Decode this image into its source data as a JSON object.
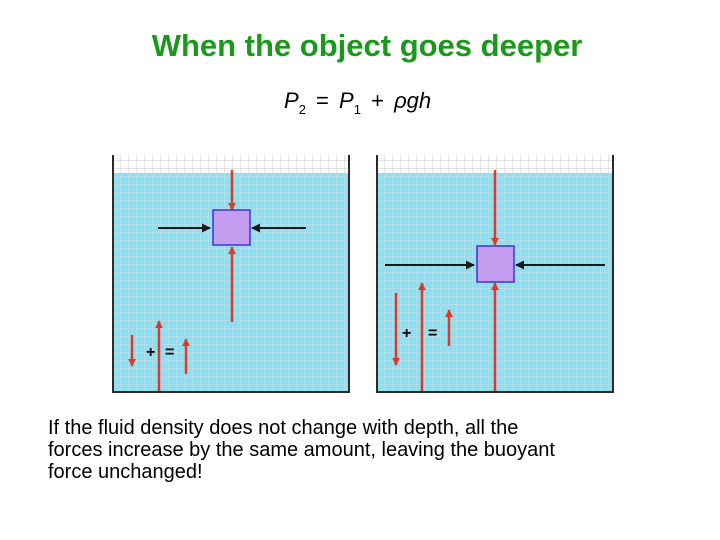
{
  "title": "When the object goes deeper",
  "formula": {
    "p2": "P",
    "p2_sub": "2",
    "equals": "=",
    "p1": "P",
    "p1_sub": "1",
    "plus": "+",
    "rho_gh": "ρgh"
  },
  "panels": [
    {
      "plus_label": "+",
      "equals_label": "="
    },
    {
      "plus_label": "+",
      "equals_label": "="
    }
  ],
  "caption": {
    "line1": "If the fluid density does not change with depth, all the",
    "line2": "forces increase by the same amount, leaving the buoyant",
    "line3": "force unchanged!"
  },
  "colors": {
    "title": "#1a9a1a",
    "water": "#8edff0",
    "grid": "#c8c8c8",
    "container": "#2a2a2a",
    "object": "#c49cf0",
    "object_border": "#3d36c8",
    "force_arrow": "#d93a2b",
    "horizontal_arrow": "#1a1a1a"
  }
}
